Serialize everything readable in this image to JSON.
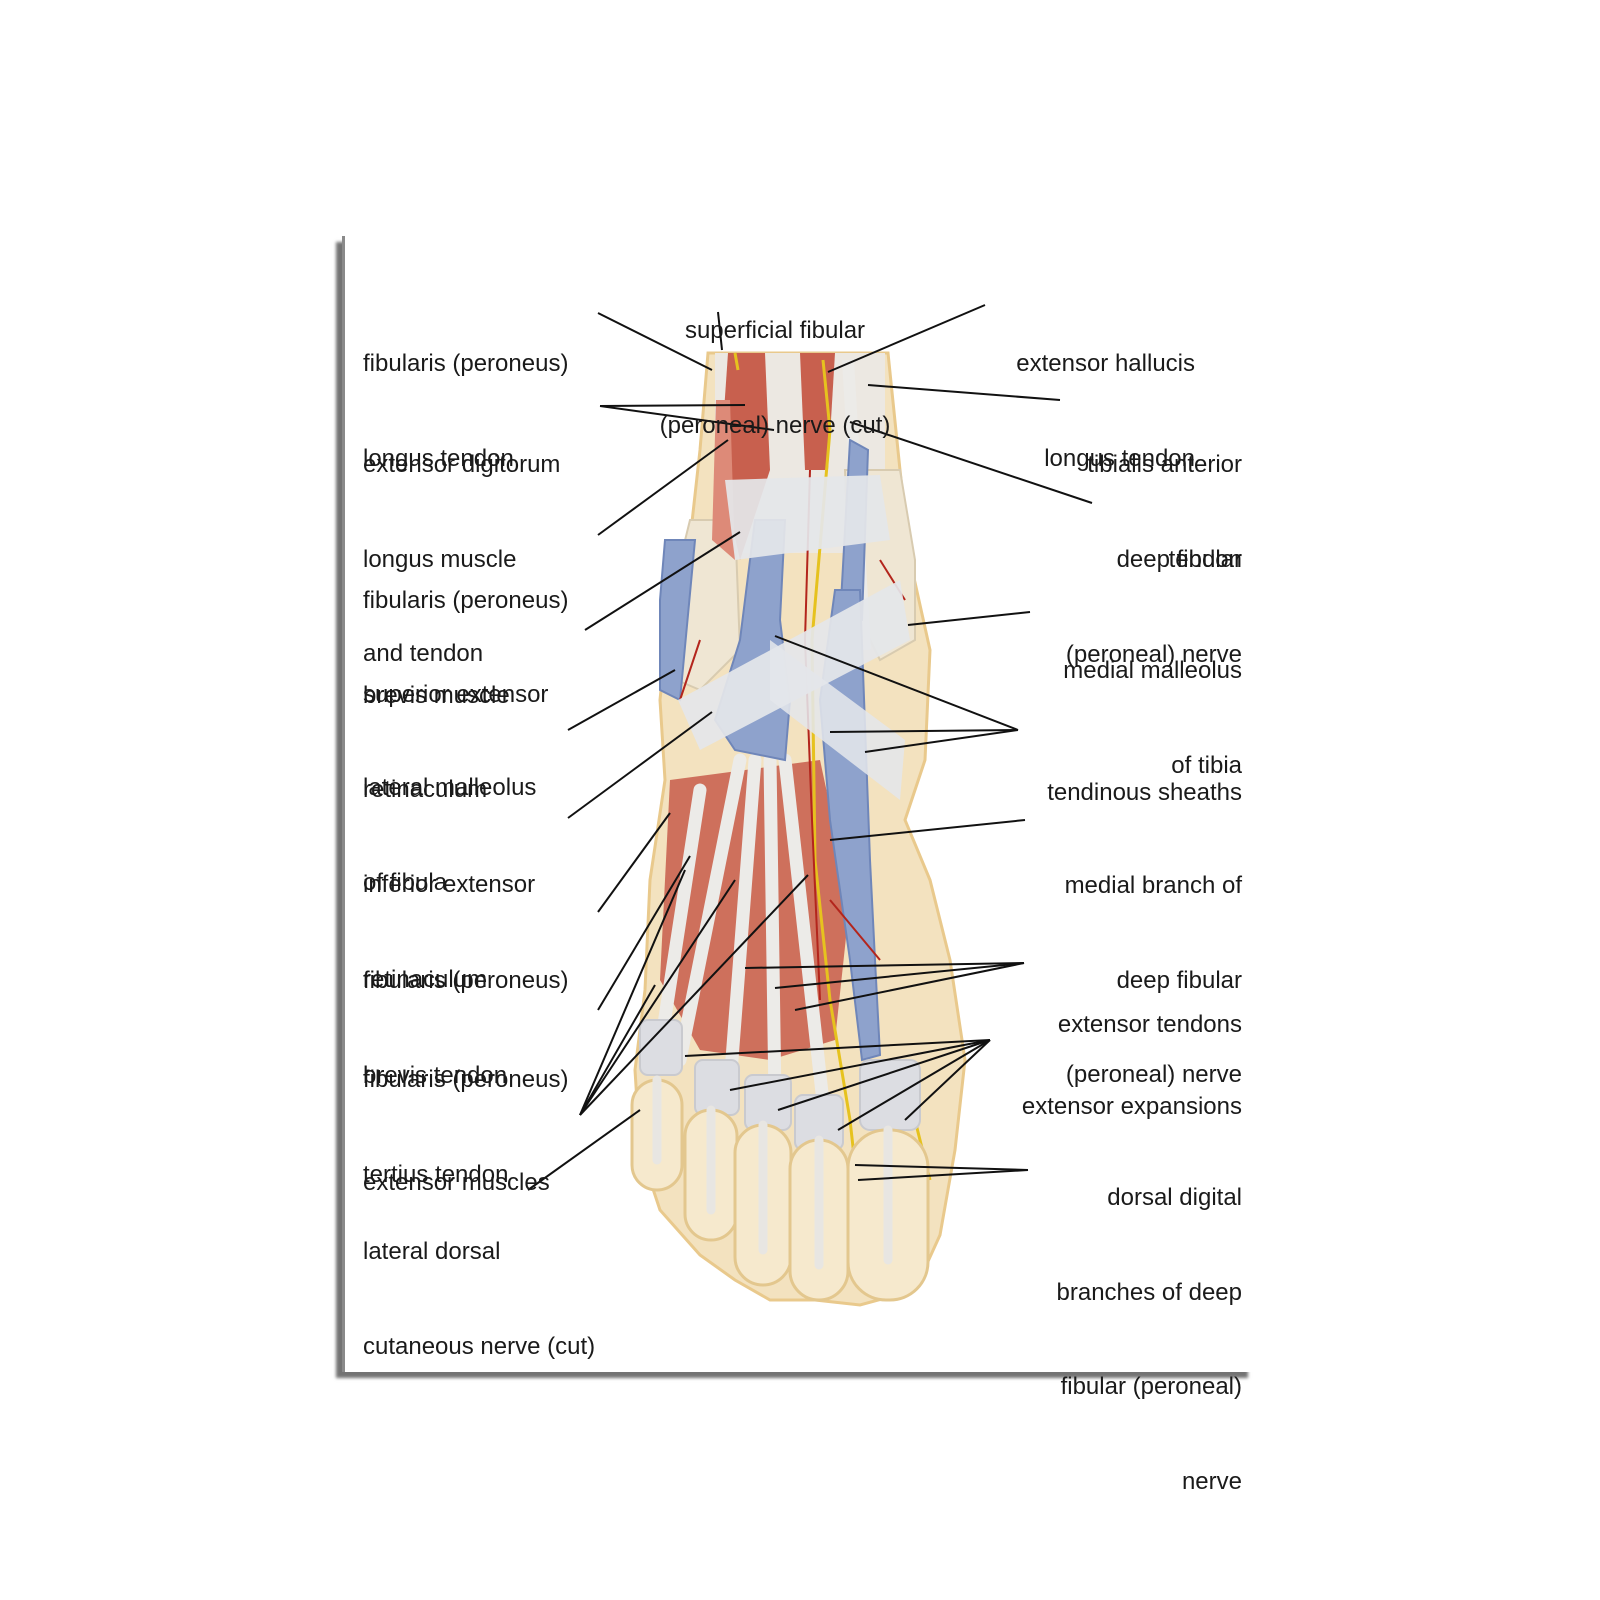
{
  "labels": {
    "superficial_fibular": [
      "superficial fibular",
      "(peroneal) nerve (cut)"
    ],
    "fibularis_longus_tendon": [
      "fibularis (peroneus)",
      "longus tendon"
    ],
    "extensor_hallucis": [
      "extensor hallucis",
      "longus tendon"
    ],
    "extensor_digitorum": [
      "extensor digitorum",
      "longus muscle",
      "and tendon"
    ],
    "tibialis_anterior": [
      "tibialis anterior",
      "tendon"
    ],
    "deep_fibular": [
      "deep fibular",
      "(peroneal) nerve"
    ],
    "fibularis_brevis_muscle": [
      "fibularis (peroneus)",
      "brevis muscle"
    ],
    "medial_malleolus": [
      "medial malleolus",
      "of tibia"
    ],
    "superior_retinaculum": [
      "superior extensor",
      "retinaculum"
    ],
    "lateral_malleolus": [
      "lateral malleolus",
      "of fibula"
    ],
    "tendinous_sheaths": [
      "tendinous sheaths"
    ],
    "inferior_retinaculum": [
      "inferior extensor",
      "retinaculum"
    ],
    "medial_branch": [
      "medial branch of",
      "deep fibular",
      "(peroneal) nerve"
    ],
    "fibularis_brevis_tendon": [
      "fibularis (peroneus)",
      "brevis tendon"
    ],
    "extensor_tendons": [
      "extensor tendons"
    ],
    "fibularis_tertius": [
      "fibularis (peroneus)",
      "tertius tendon"
    ],
    "extensor_expansions": [
      "extensor expansions"
    ],
    "extensor_muscles": [
      "extensor muscles"
    ],
    "dorsal_digital": [
      "dorsal digital",
      "branches of deep",
      "fibular (peroneal)",
      "nerve"
    ],
    "lateral_dorsal": [
      "lateral dorsal",
      "cutaneous nerve (cut)"
    ]
  },
  "colors": {
    "skin": "#f3e2bf",
    "skin_edge": "#e9c98c",
    "muscle": "#c8604e",
    "muscle_light": "#dd8a78",
    "tendon": "#ecebe8",
    "vein": "#8ea2cc",
    "vein_dark": "#6f86b9",
    "nerve": "#e6c21e",
    "bone": "#efe6d3",
    "retinaculum": "#e4e6ea",
    "artery": "#b3251c",
    "leader": "#111111"
  }
}
